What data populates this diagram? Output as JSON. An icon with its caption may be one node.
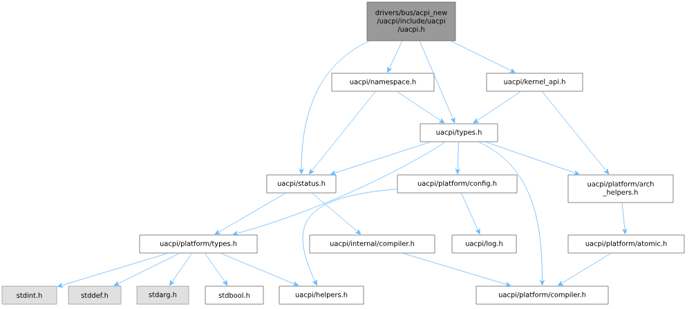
{
  "diagram": {
    "nodes": [
      {
        "text": [
          "drivers/bus/acpi_new /uacpi/include/uacpi /uacpi.h"
        ]
      },
      {
        "text": [
          "uacpi/namespace.h"
        ]
      },
      {
        "text": [
          "uacpi/kernel_api.h"
        ]
      },
      {
        "text": [
          "uacpi/types.h"
        ]
      },
      {
        "text": [
          "uacpi/status.h"
        ]
      },
      {
        "text": [
          "uacpi/platform/config.h"
        ]
      },
      {
        "text": [
          "uacpi/platform/arch _helpers.h"
        ]
      },
      {
        "text": [
          "uacpi/platform/types.h"
        ]
      },
      {
        "text": [
          "uacpi/internal/compiler.h"
        ]
      },
      {
        "text": [
          "uacpi/log.h"
        ]
      },
      {
        "text": [
          "uacpi/platform/atomic.h"
        ]
      },
      {
        "text": [
          "stdint.h"
        ]
      },
      {
        "text": [
          "stddef.h"
        ]
      },
      {
        "text": [
          "stdarg.h"
        ]
      },
      {
        "text": [
          "stdbool.h"
        ]
      },
      {
        "text": [
          "uacpi/helpers.h"
        ]
      },
      {
        "text": [
          "uacpi/platform/compiler.h"
        ]
      }
    ],
    "edges": [
      {
        "from": 0,
        "to": 4,
        "arrow": "to"
      },
      {
        "from": 0,
        "to": 1,
        "arrow": "to"
      },
      {
        "from": 0,
        "to": 3,
        "arrow": "to"
      },
      {
        "from": 0,
        "to": 2,
        "arrow": "to"
      },
      {
        "from": 1,
        "to": 3,
        "arrow": "to"
      },
      {
        "from": 1,
        "to": 4,
        "arrow": "to"
      },
      {
        "from": 2,
        "to": 3,
        "arrow": "to"
      },
      {
        "from": 2,
        "to": 6,
        "arrow": "to"
      },
      {
        "from": 3,
        "to": 4,
        "arrow": "to"
      },
      {
        "from": 3,
        "to": 7,
        "arrow": "to"
      },
      {
        "from": 3,
        "to": 5,
        "arrow": "to"
      },
      {
        "from": 3,
        "to": 16,
        "arrow": "to"
      },
      {
        "from": 3,
        "to": 6,
        "arrow": "to"
      },
      {
        "from": 4,
        "to": 7,
        "arrow": "to"
      },
      {
        "from": 4,
        "to": 8,
        "arrow": "to"
      },
      {
        "from": 5,
        "to": 15,
        "arrow": "to"
      },
      {
        "from": 5,
        "to": 9,
        "arrow": "to"
      },
      {
        "from": 6,
        "to": 10,
        "arrow": "to"
      },
      {
        "from": 7,
        "to": 11,
        "arrow": "to"
      },
      {
        "from": 7,
        "to": 12,
        "arrow": "to"
      },
      {
        "from": 7,
        "to": 13,
        "arrow": "to"
      },
      {
        "from": 7,
        "to": 14,
        "arrow": "to"
      },
      {
        "from": 7,
        "to": 15,
        "arrow": "to"
      },
      {
        "from": 8,
        "to": 16,
        "arrow": "to"
      },
      {
        "from": 10,
        "to": 16,
        "arrow": "to"
      }
    ]
  }
}
